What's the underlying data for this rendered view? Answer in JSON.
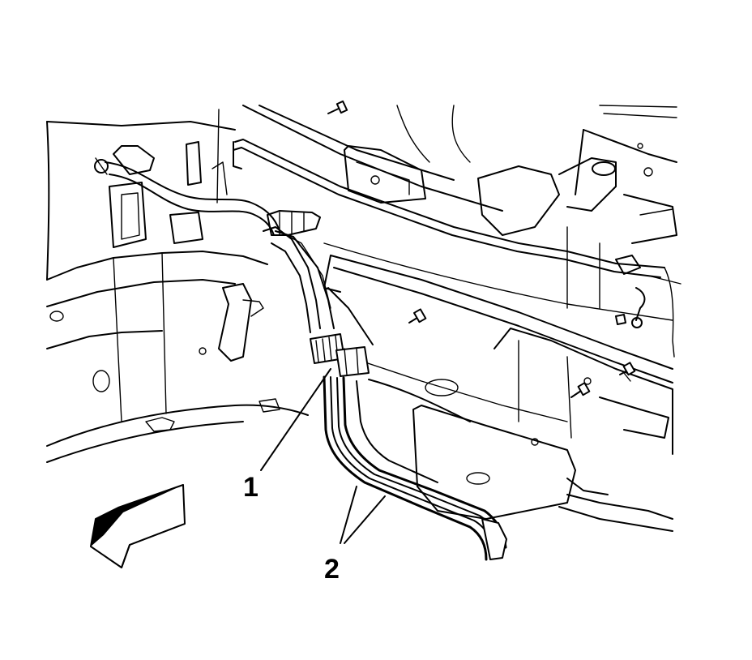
{
  "callouts": [
    {
      "id": "1",
      "label": "1"
    },
    {
      "id": "2",
      "label": "2"
    }
  ],
  "direction_arrow_icon": "front-direction-arrow-icon",
  "colors": {
    "ink": "#000000",
    "paper": "#ffffff"
  }
}
